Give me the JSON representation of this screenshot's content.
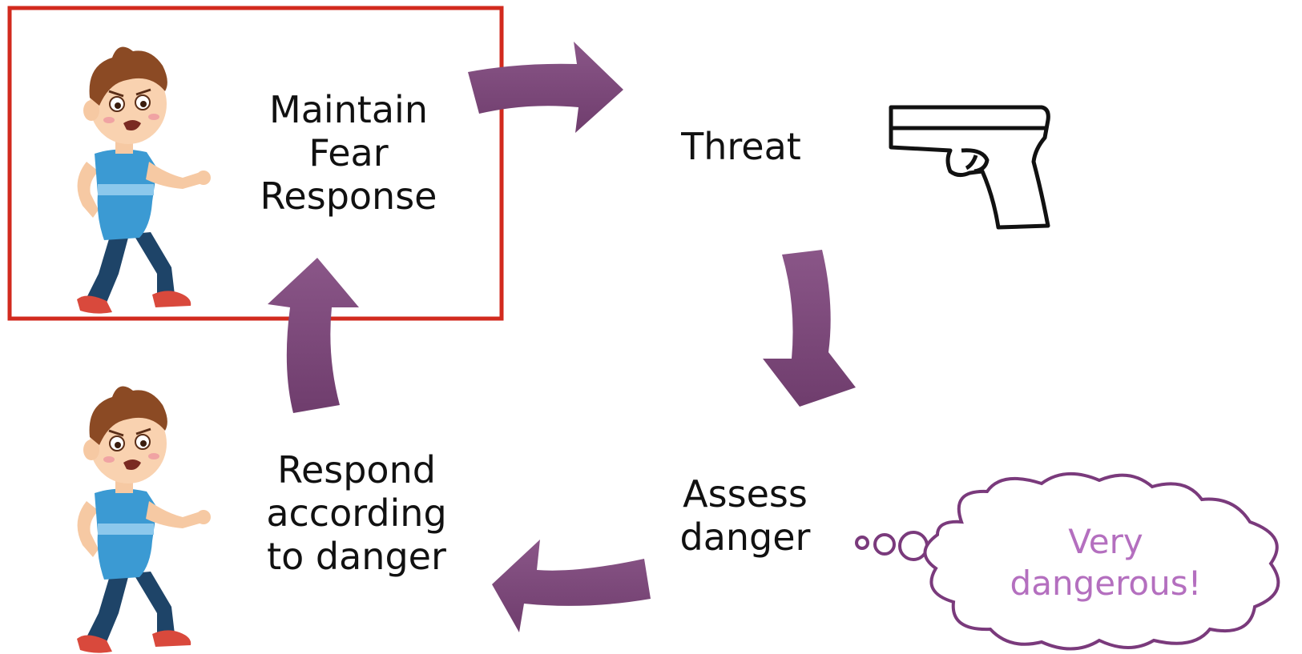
{
  "diagram": {
    "type": "cycle",
    "steps": [
      {
        "id": "maintain",
        "lines": [
          "Maintain",
          "Fear",
          "Response"
        ]
      },
      {
        "id": "threat",
        "lines": [
          "Threat"
        ]
      },
      {
        "id": "assess",
        "lines": [
          "Assess",
          "danger"
        ]
      },
      {
        "id": "respond",
        "lines": [
          "Respond",
          "according",
          "to danger"
        ]
      }
    ],
    "thought_bubble": {
      "lines": [
        "Very",
        "dangerous!"
      ]
    },
    "icons": [
      "scared-boy-icon",
      "handgun-icon",
      "thought-cloud-icon"
    ],
    "colors": {
      "arrow": "#7a4578",
      "highlight_border": "#d22a1e",
      "thought_text": "#b46fbf",
      "thought_outline": "#7a3a7c",
      "text": "#111111"
    }
  }
}
